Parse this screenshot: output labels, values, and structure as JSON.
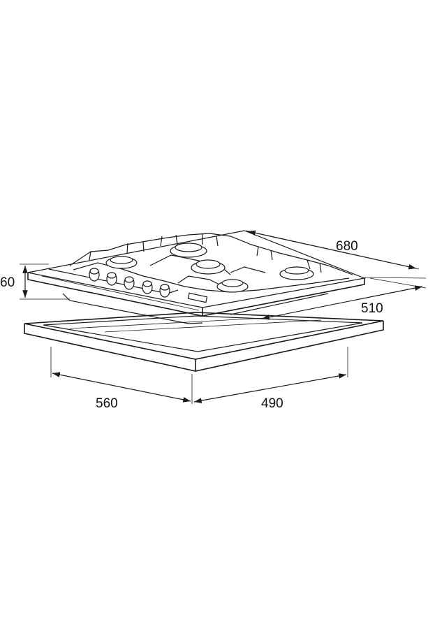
{
  "dimensions": {
    "depth": "680",
    "height": "60",
    "cutout_depth": "510",
    "cutout_width": "560",
    "cutout_side": "490"
  }
}
